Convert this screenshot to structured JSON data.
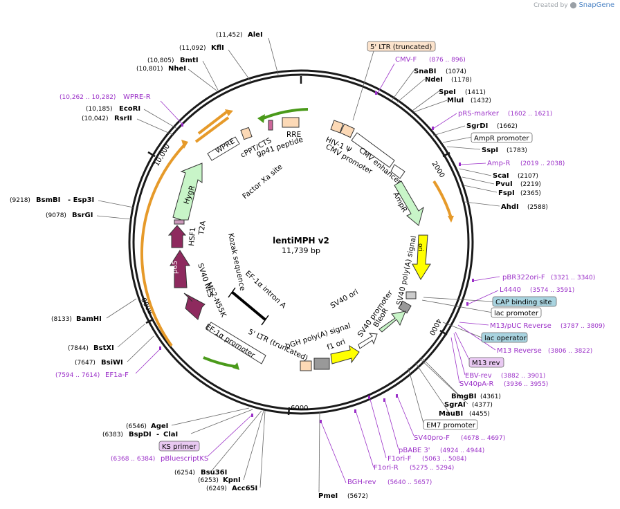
{
  "title": "lentiMPH v2",
  "length": "11,739 bp",
  "credit": {
    "prefix": "Created by",
    "brand": "SnapGene"
  },
  "ticks": [
    "2000",
    "4000",
    "6000",
    "8000",
    "10,000"
  ],
  "features": {
    "ltr5": "5' LTR (truncated)",
    "hiv": "HIV-1 Ψ",
    "rre": "RRE",
    "gp41": "gp41 peptide",
    "cppt": "cPPT/CTS",
    "factorxa": "Factor Xa site",
    "wpre": "WPRE",
    "hygr": "HygR",
    "t2a": "T2A",
    "hsf1": "HSF1",
    "p65": "p65",
    "nls": "SV40 NLS",
    "ms2": "MS2-N55K",
    "ef1a_prom": "EF-1α promoter",
    "ltr5b": "5' LTR (truncated)",
    "kozak": "Kozak sequence",
    "ef1a_intron": "EF-1α intron A",
    "cmv_prom": "CMV promoter",
    "cmv_enh": "CMV enhancer",
    "ampr": "AmpR",
    "ori": "ori",
    "sv40pa": "SV40 poly(A) signal",
    "sv40ori": "SV40 ori",
    "sv40prom": "SV40 promoter",
    "bleor": "BleoR",
    "bgh": "bGH poly(A) signal",
    "f1ori": "f1 ori"
  },
  "labels": {
    "l_ltr5box": "5' LTR (truncated)",
    "l_cmvf": "CMV-F",
    "l_cmvf_pos": "(876 .. 896)",
    "l_snabi": "SnaBI",
    "l_snabi_pos": "(1074)",
    "l_ndei": "NdeI",
    "l_ndei_pos": "(1178)",
    "l_spei": "SpeI",
    "l_spei_pos": "(1411)",
    "l_mlui": "MluI",
    "l_mlui_pos": "(1432)",
    "l_prs": "pRS-marker",
    "l_prs_pos": "(1602 .. 1621)",
    "l_sgrdi": "SgrDI",
    "l_sgrdi_pos": "(1662)",
    "l_amprprom": "AmpR promoter",
    "l_sspi": "SspI",
    "l_sspi_pos": "(1783)",
    "l_ampr_r": "Amp-R",
    "l_ampr_r_pos": "(2019 .. 2038)",
    "l_scai": "ScaI",
    "l_scai_pos": "(2107)",
    "l_pvui": "PvuI",
    "l_pvui_pos": "(2219)",
    "l_fspi": "FspI",
    "l_fspi_pos": "(2365)",
    "l_ahdi": "AhdI",
    "l_ahdi_pos": "(2588)",
    "l_pbr": "pBR322ori-F",
    "l_pbr_pos": "(3321 .. 3340)",
    "l_l4440": "L4440",
    "l_l4440_pos": "(3574 .. 3591)",
    "l_cap": "CAP binding site",
    "l_lacprom": "lac promoter",
    "l_m13puc": "M13/pUC Reverse",
    "l_m13puc_pos": "(3787 .. 3809)",
    "l_lacop": "lac operator",
    "l_m13r": "M13 Reverse",
    "l_m13r_pos": "(3806 .. 3822)",
    "l_m13rev": "M13 rev",
    "l_ebv": "EBV-rev",
    "l_ebv_pos": "(3882 .. 3901)",
    "l_sv40pa": "SV40pA-R",
    "l_sv40pa_pos": "(3936 .. 3955)",
    "l_bmgbi": "BmgBI",
    "l_bmgbi_pos": "(4361)",
    "l_sgrai": "SgrAI",
    "l_sgrai_pos": "(4377)",
    "l_maubi": "MauBI",
    "l_maubi_pos": "(4455)",
    "l_em7": "EM7 promoter",
    "l_sv40pro": "SV40pro-F",
    "l_sv40pro_pos": "(4678 .. 4697)",
    "l_pbabe": "pBABE 3'",
    "l_pbabe_pos": "(4924 .. 4944)",
    "l_f1f": "F1ori-F",
    "l_f1f_pos": "(5063 .. 5084)",
    "l_f1r": "F1ori-R",
    "l_f1r_pos": "(5275 .. 5294)",
    "l_bghrev": "BGH-rev",
    "l_bghrev_pos": "(5640 .. 5657)",
    "l_pmei": "PmeI",
    "l_pmei_pos": "(5672)",
    "l_acc65i": "Acc65I",
    "l_acc65i_pos": "(6249)",
    "l_kpni": "KpnI",
    "l_kpni_pos": "(6253)",
    "l_bsu36i": "Bsu36I",
    "l_bsu36i_pos": "(6254)",
    "l_pbks": "pBluescriptKS",
    "l_pbks_pos": "(6368 .. 6384)",
    "l_ksprimer": "KS primer",
    "l_bspdi": "BspDI",
    "l_clai": "ClaI",
    "l_bspdi_pos": "(6383)",
    "l_agei": "AgeI",
    "l_agei_pos": "(6546)",
    "l_ef1af": "EF1a-F",
    "l_ef1af_pos": "(7594 .. 7614)",
    "l_bsiwi": "BsiWI",
    "l_bsiwi_pos": "(7647)",
    "l_bstxi": "BstXI",
    "l_bstxi_pos": "(7844)",
    "l_bamhi": "BamHI",
    "l_bamhi_pos": "(8133)",
    "l_bsrgi": "BsrGI",
    "l_bsrgi_pos": "(9078)",
    "l_bsmbi": "BsmBI",
    "l_esp3i": "- Esp3I",
    "l_bsmbi_pos": "(9218)",
    "l_rsrii": "RsrII",
    "l_rsrii_pos": "(10,042)",
    "l_ecori": "EcoRI",
    "l_ecori_pos": "(10,185)",
    "l_wprer": "WPRE-R",
    "l_wprer_pos": "(10,262 .. 10,282)",
    "l_nhei": "NheI",
    "l_nhei_pos": "(10,801)",
    "l_bmti": "BmtI",
    "l_bmti_pos": "(10,805)",
    "l_kfli": "KflI",
    "l_kfli_pos": "(11,092)",
    "l_alei": "AleI",
    "l_alei_pos": "(11,452)"
  },
  "colors": {
    "backbone": "#1a1a1a",
    "enzyme": "#000000",
    "primer": "#9b30c8",
    "promoter_fill": "#ffffff",
    "resistance": "#c8f5c8",
    "ori": "#ffff00",
    "ltr": "#fcd9b6",
    "protein": "#8e2a5e",
    "orange_arc": "#e69a2a",
    "green_arc": "#4a9a1a",
    "cap_box": "#a9d4e0",
    "primer_box": "#e9c9f2",
    "ltr_box": "#fce3cc"
  }
}
